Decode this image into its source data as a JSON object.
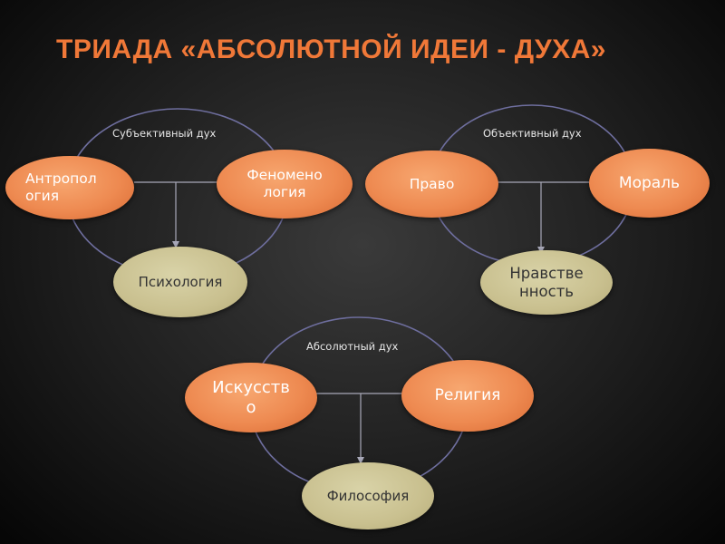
{
  "title": "Триада «Абсолютной идеи - Духа»",
  "groups": [
    {
      "label": "Субъективный дух",
      "left_node": "Антропология",
      "right_node": "Феноменология",
      "bottom_node": "Психология"
    },
    {
      "label": "Объективный дух",
      "left_node": "Право",
      "right_node": "Мораль",
      "bottom_node": "Нравственность"
    },
    {
      "label": "Абсолютный дух",
      "left_node": "Искусство",
      "right_node": "Религия",
      "bottom_node": "Философия"
    }
  ],
  "colors": {
    "title": "#f07838",
    "node_orange": "#ee8a51",
    "node_tan": "#c9c08f",
    "outline": "#6e6e9e",
    "connector": "#a8a8b8"
  }
}
